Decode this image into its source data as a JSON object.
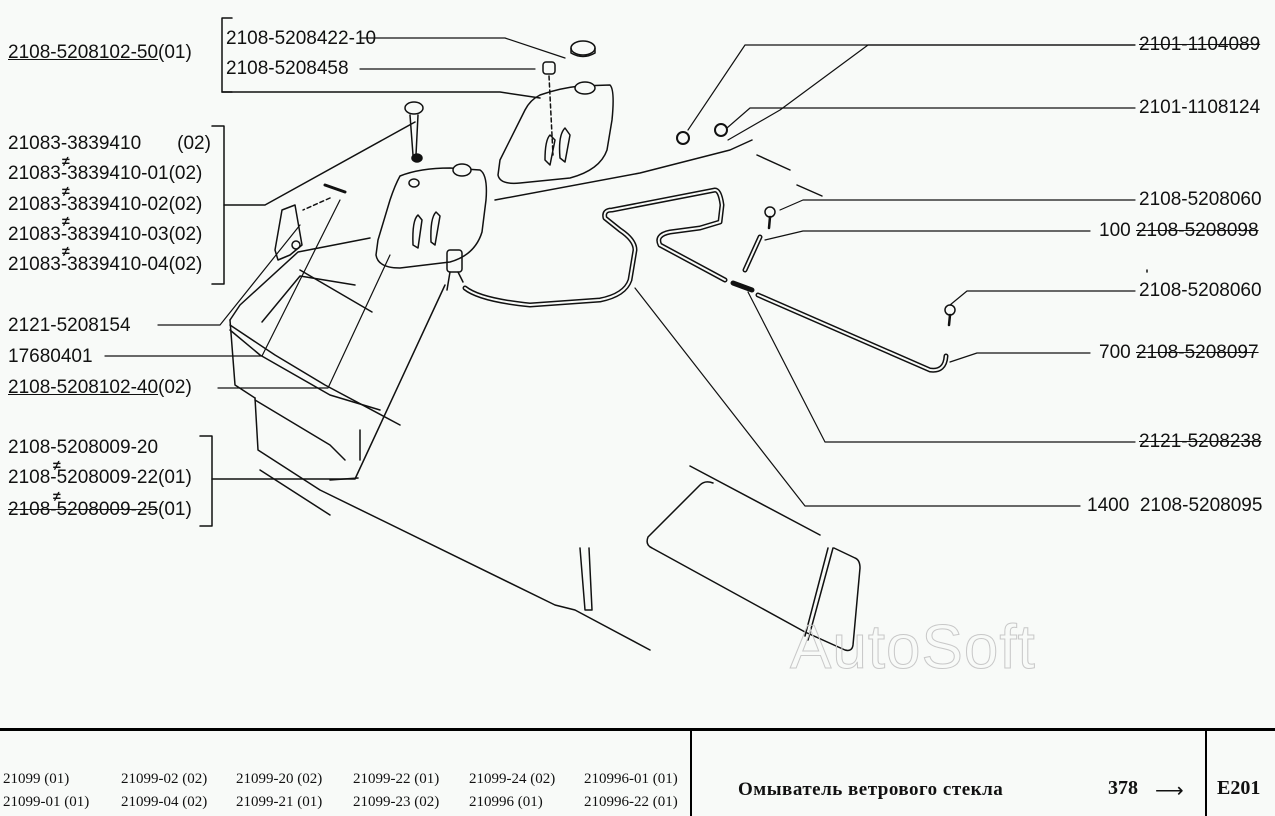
{
  "left_labels": {
    "top_assembly": {
      "part": "2108-5208102-50",
      "qty": "(01)"
    },
    "cap_group": [
      "2108-5208422-10",
      "2108-5208458"
    ],
    "pump_group": [
      {
        "part": "21083-3839410",
        "qty": "(02)"
      },
      {
        "part": "21083-3839410-01",
        "qty": "(02)"
      },
      {
        "part": "21083-3839410-02",
        "qty": "(02)"
      },
      {
        "part": "21083-3839410-03",
        "qty": "(02)"
      },
      {
        "part": "21083-3839410-04",
        "qty": "(02)"
      }
    ],
    "bracket": "2121-5208154",
    "screw": "17680401",
    "lower_assembly": {
      "part": "2108-5208102-40",
      "qty": "(02)"
    },
    "motor_group": [
      {
        "part": "2108-5208009-20",
        "qty": ""
      },
      {
        "part": "2108-5208009-22",
        "qty": "(01)"
      },
      {
        "part": "2108-5208009-25",
        "qty": "(01)"
      }
    ],
    "not_equal_symbol": "≠"
  },
  "right_labels": [
    {
      "length": "",
      "part": "2101-1104089",
      "struck": true
    },
    {
      "length": "",
      "part": "2101-1108124",
      "struck": false
    },
    {
      "length": "",
      "part": "2108-5208060",
      "struck": false
    },
    {
      "length": "100",
      "part": "2108-5208098",
      "struck": true
    },
    {
      "length": "",
      "part": "2108-5208060",
      "struck": false
    },
    {
      "length": "700",
      "part": "2108-5208097",
      "struck": true
    },
    {
      "length": "",
      "part": "2121-5208238",
      "struck": true
    },
    {
      "length": "1400",
      "part": "2108-5208095",
      "struck": false
    }
  ],
  "watermark": "AutoSoft",
  "footer": {
    "models": [
      [
        "21099 (01)",
        "21099-01 (01)"
      ],
      [
        "21099-02 (02)",
        "21099-04 (02)"
      ],
      [
        "21099-20 (02)",
        "21099-21 (01)"
      ],
      [
        "21099-22 (01)",
        "21099-23 (02)"
      ],
      [
        "21099-24 (02)",
        "210996 (01)"
      ],
      [
        "210996-01 (01)",
        "210996-22 (01)"
      ]
    ],
    "title": "Омыватель ветрового стекла",
    "page_number": "378",
    "arrow": "⟶",
    "section_code": "E201"
  }
}
